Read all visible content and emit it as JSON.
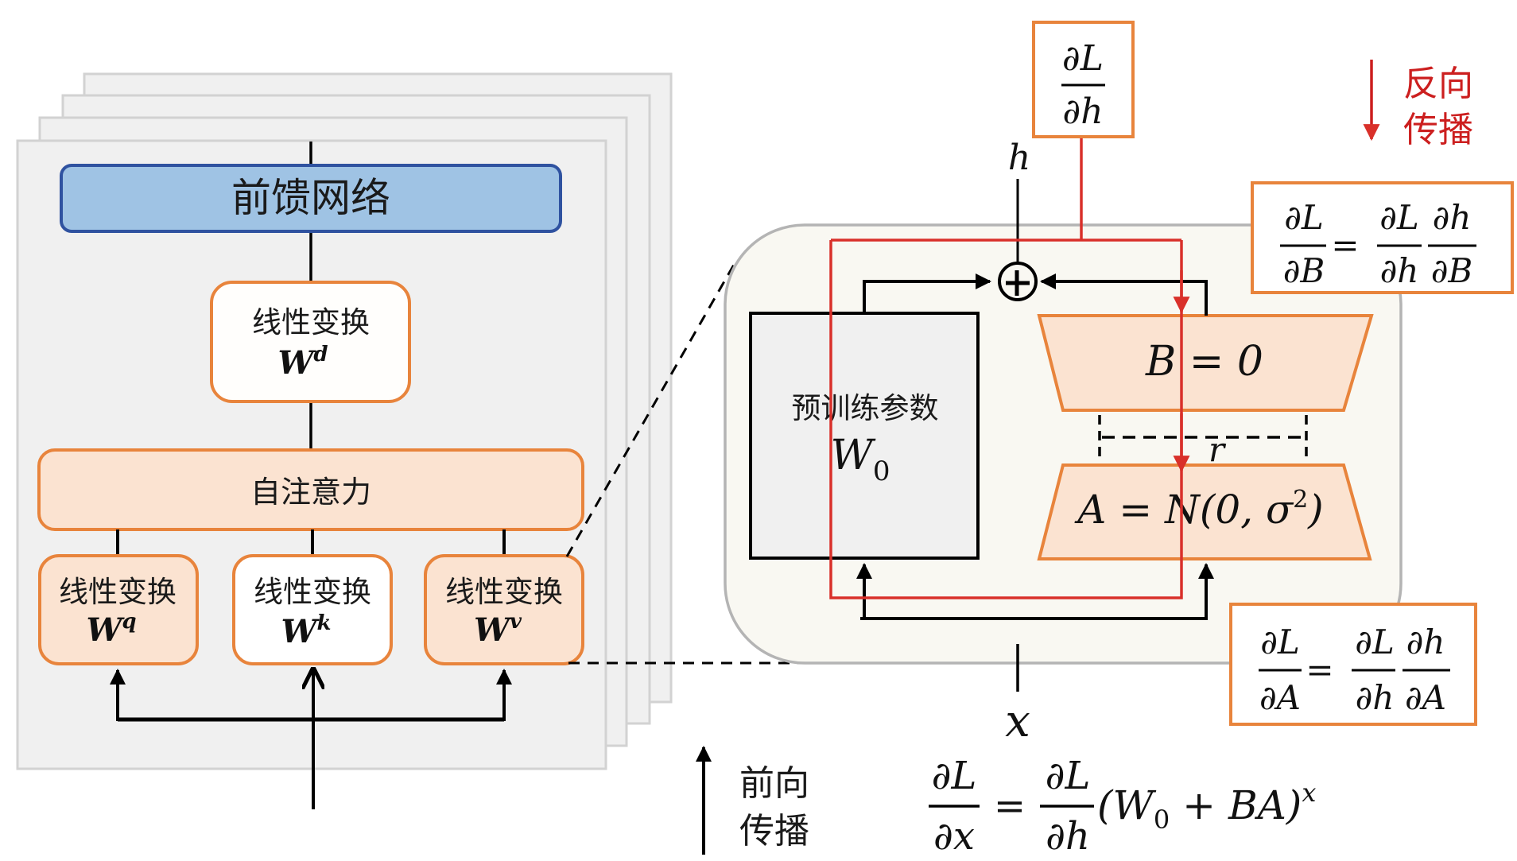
{
  "left_panel": {
    "ffn_label": "前馈网络",
    "wd_box": {
      "label": "线性变换",
      "symbol": "W",
      "sup": "d"
    },
    "attention_label": "自注意力",
    "linear_boxes": [
      {
        "label": "线性变换",
        "symbol": "W",
        "sup": "q"
      },
      {
        "label": "线性变换",
        "symbol": "W",
        "sup": "k"
      },
      {
        "label": "线性变换",
        "symbol": "W",
        "sup": "v"
      }
    ]
  },
  "lora_panel": {
    "pretrained_label": "预训练参数",
    "pretrained_symbol": "W",
    "pretrained_sub": "0",
    "b_matrix": "B = 0",
    "a_matrix_prefix": "A = N(0, σ",
    "a_matrix_sup": "2",
    "a_matrix_suffix": ")",
    "rank_label": "r",
    "output_label": "h",
    "input_label": "x",
    "sum_symbol": "+"
  },
  "gradients": {
    "dl_dh": {
      "num": "∂L",
      "den": "∂h"
    },
    "dl_dB": {
      "lhs_num": "∂L",
      "lhs_den": "∂B",
      "eq": "=",
      "r1_num": "∂L",
      "r1_den": "∂h",
      "r2_num": "∂h",
      "r2_den": "∂B"
    },
    "dl_dA": {
      "lhs_num": "∂L",
      "lhs_den": "∂A",
      "eq": "=",
      "r1_num": "∂L",
      "r1_den": "∂h",
      "r2_num": "∂h",
      "r2_den": "∂A"
    },
    "dl_dx": {
      "lhs_num": "∂L",
      "lhs_den": "∂x",
      "eq": "=",
      "r1_num": "∂L",
      "r1_den": "∂h",
      "paren_open": "(W",
      "sub": "0",
      "rest": " + BA)",
      "sup": "x"
    }
  },
  "legend": {
    "backward_line1": "反向",
    "backward_line2": "传播",
    "forward_line1": "前向",
    "forward_line2": "传播"
  },
  "colors": {
    "orange": "#e8843c",
    "light_orange": "#fbe3d1",
    "blue": "#9fc3e4",
    "blue_border": "#2f52a0",
    "red": "#d9302a",
    "gray_bg": "#f0f0f0",
    "panel_bg": "#f9f8f2"
  }
}
